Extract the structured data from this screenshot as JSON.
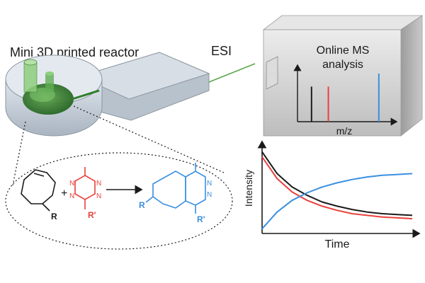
{
  "reactor": {
    "title": "Mini 3D printed reactor"
  },
  "esi": {
    "label": "ESI"
  },
  "ms_box": {
    "title_line1": "Online MS",
    "title_line2": "analysis",
    "xlabel": "m/z"
  },
  "reaction": {
    "reactant1_sub": "R",
    "plus": "+",
    "reactant2_sub": "R'",
    "product_sub_left": "R",
    "product_sub_right": "R'",
    "n_letter": "N",
    "colors": {
      "black": "#1a1a1a",
      "red": "#e8413c",
      "blue": "#3a8fe0"
    }
  },
  "kinetics": {
    "ylabel": "Intensity",
    "xlabel": "Time"
  },
  "chart_data": [
    {
      "type": "bar",
      "title": "Online MS analysis",
      "xlabel": "m/z",
      "ylabel": "",
      "series": [
        {
          "color": "#1a1a1a",
          "x": 0.15,
          "value": 0.62
        },
        {
          "color": "#e8413c",
          "x": 0.33,
          "value": 0.62
        },
        {
          "color": "#3a8fe0",
          "x": 0.87,
          "value": 0.85
        }
      ]
    },
    {
      "type": "line",
      "xlabel": "Time",
      "ylabel": "Intensity",
      "x": [
        0,
        0.1,
        0.2,
        0.3,
        0.4,
        0.5,
        0.6,
        0.7,
        0.8,
        0.9,
        1.0
      ],
      "series": [
        {
          "color": "#1a1a1a",
          "values": [
            0.96,
            0.7,
            0.54,
            0.44,
            0.36,
            0.31,
            0.27,
            0.24,
            0.22,
            0.21,
            0.2
          ]
        },
        {
          "color": "#e8413c",
          "values": [
            0.9,
            0.64,
            0.48,
            0.38,
            0.31,
            0.26,
            0.22,
            0.2,
            0.18,
            0.17,
            0.16
          ]
        },
        {
          "color": "#3a8fe0",
          "values": [
            0.04,
            0.24,
            0.38,
            0.47,
            0.54,
            0.59,
            0.63,
            0.66,
            0.68,
            0.69,
            0.7
          ]
        }
      ]
    }
  ]
}
